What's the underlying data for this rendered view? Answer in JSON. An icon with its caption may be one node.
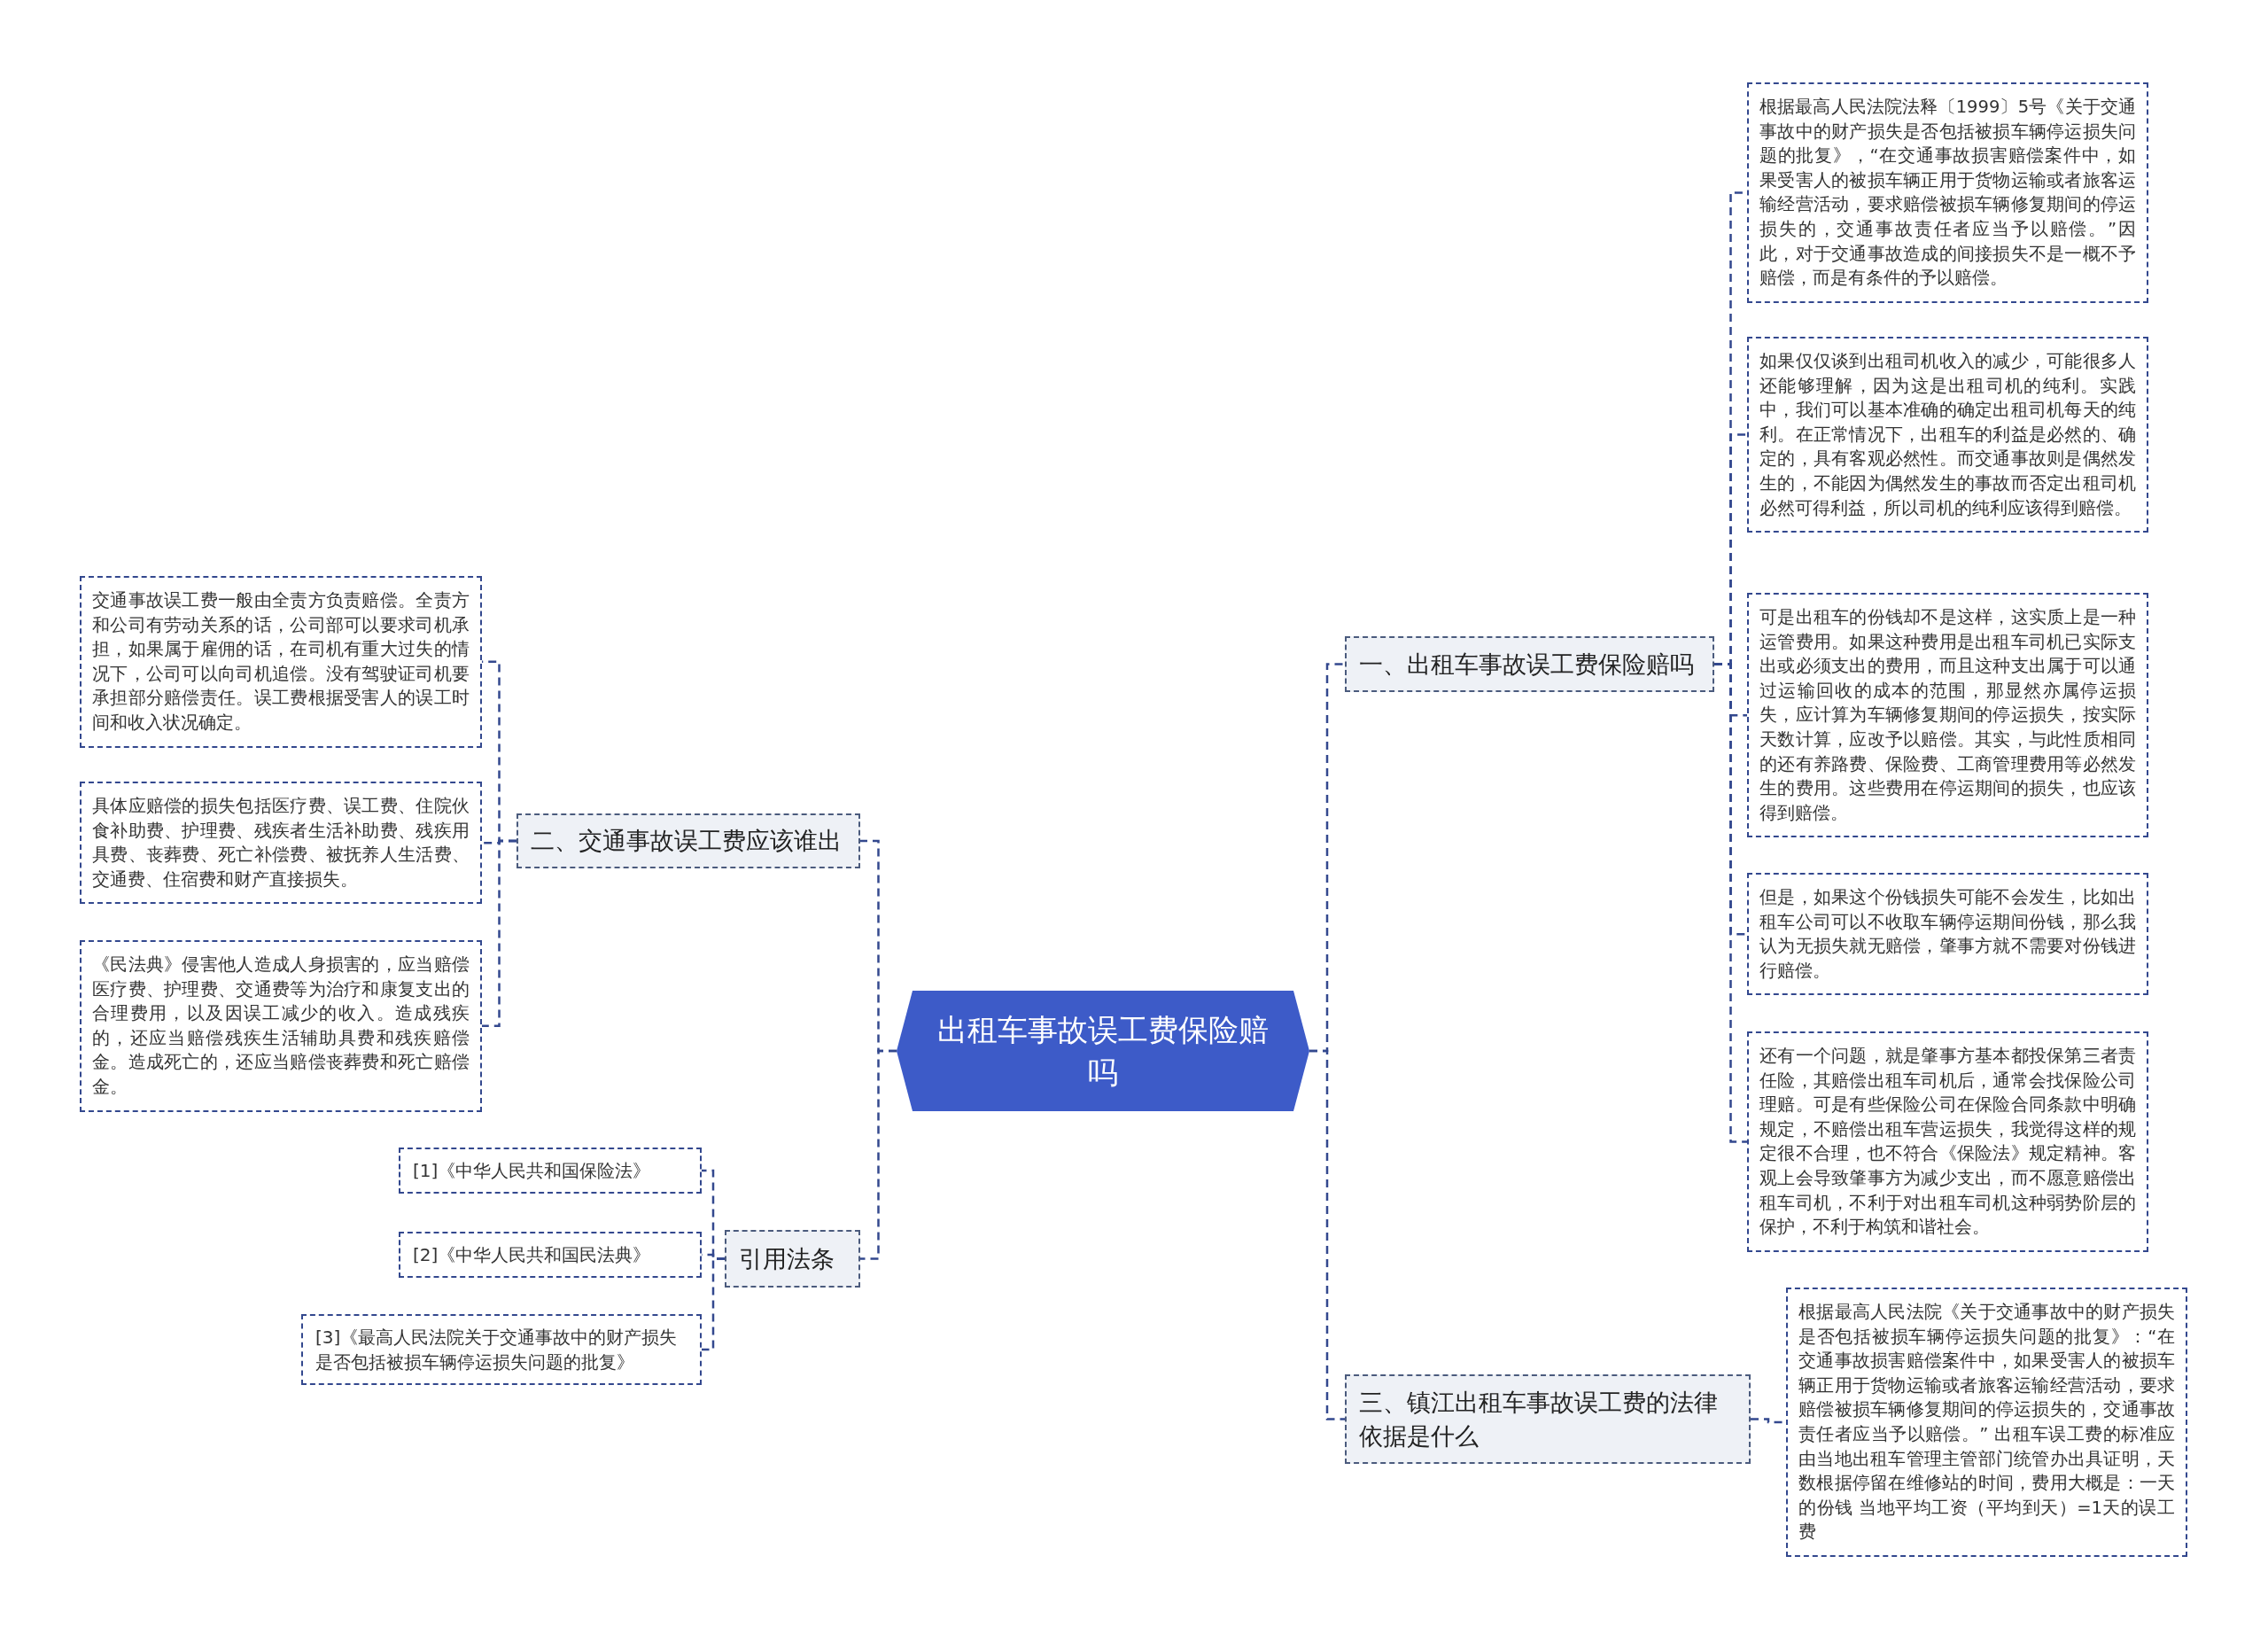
{
  "diagram": {
    "nodes": [
      {
        "text": [
          "出租车事故误工费保险赔吗"
        ]
      },
      {
        "text": [
          "一、出租车事故误工费保险赔吗"
        ]
      },
      {
        "text": [
          "根据最高人民法院法释〔1999〕5号《关于交通事故中的财产损失是否包括被损车辆停运损失问题的批复》，“在交通事故损害赔偿案件中，如果受害人的被损车辆正用于货物运输或者旅客运输经营活动，要求赔偿被损车辆修复期间的停运损失的，交通事故责任者应当予以赔偿。”因此，对于交通事故造成的间接损失不是一概不予赔偿，而是有条件的予以赔偿。"
        ]
      },
      {
        "text": [
          "如果仅仅谈到出租司机收入的减少，可能很多人还能够理解，因为这是出租司机的纯利。实践中，我们可以基本准确的确定出租司机每天的纯利。在正常情况下，出租车的利益是必然的、确定的，具有客观必然性。而交通事故则是偶然发生的，不能因为偶然发生的事故而否定出租司机必然可得利益，所以司机的纯利应该得到赔偿。"
        ]
      },
      {
        "text": [
          "可是出租车的份钱却不是这样，这实质上是一种运管费用。如果这种费用是出租车司机已实际支出或必须支出的费用，而且这种支出属于可以通过运输回收的成本的范围，那显然亦属停运损失，应计算为车辆修复期间的停运损失，按实际天数计算，应改予以赔偿。其实，与此性质相同的还有养路费、保险费、工商管理费用等必然发生的费用。这些费用在停运期间的损失，也应该得到赔偿。"
        ]
      },
      {
        "text": [
          "但是，如果这个份钱损失可能不会发生，比如出租车公司可以不收取车辆停运期间份钱，那么我认为无损失就无赔偿，肇事方就不需要对份钱进行赔偿。"
        ]
      },
      {
        "text": [
          "还有一个问题，就是肇事方基本都投保第三者责任险，其赔偿出租车司机后，通常会找保险公司理赔。可是有些保险公司在保险合同条款中明确规定，不赔偿出租车营运损失，我觉得这样的规定很不合理，也不符合《保险法》规定精神。客观上会导致肇事方为减少支出，而不愿意赔偿出租车司机，不利于对出租车司机这种弱势阶层的保护，不利于构筑和谐社会。"
        ]
      },
      {
        "text": [
          "三、镇江出租车事故误工费的法律依据是什么"
        ]
      },
      {
        "text": [
          "根据最高人民法院《关于交通事故中的财产损失是否包括被损车辆停运损失问题的批复》：“在交通事故损害赔偿案件中，如果受害人的被损车辆正用于货物运输或者旅客运输经营活动，要求赔偿被损车辆修复期间的停运损失的，交通事故责任者应当予以赔偿。” 出租车误工费的标准应由当地出租车管理主管部门统管办出具证明，天数根据停留在维修站的时间，费用大概是：一天的份钱 当地平均工资（平均到天）=1天的误工费"
        ]
      },
      {
        "text": [
          "二、交通事故误工费应该谁出"
        ]
      },
      {
        "text": [
          "交通事故误工费一般由全责方负责赔偿。全责方和公司有劳动关系的话，公司部可以要求司机承担，如果属于雇佣的话，在司机有重大过失的情况下，公司可以向司机追偿。没有驾驶证司机要承担部分赔偿责任。误工费根据受害人的误工时间和收入状况确定。"
        ]
      },
      {
        "text": [
          "具体应赔偿的损失包括医疗费、误工费、住院伙食补助费、护理费、残疾者生活补助费、残疾用具费、丧葬费、死亡补偿费、被抚养人生活费、交通费、住宿费和财产直接损失。"
        ]
      },
      {
        "text": [
          "《民法典》侵害他人造成人身损害的，应当赔偿医疗费、护理费、交通费等为治疗和康复支出的合理费用，以及因误工减少的收入。造成残疾的，还应当赔偿残疾生活辅助具费和残疾赔偿金。造成死亡的，还应当赔偿丧葬费和死亡赔偿金。"
        ]
      },
      {
        "text": [
          "引用法条"
        ]
      },
      {
        "text": [
          "[1]《中华人民共和国保险法》"
        ]
      },
      {
        "text": [
          "[2]《中华人民共和国民法典》"
        ]
      },
      {
        "text": [
          "[3]《最高人民法院关于交通事故中的财产损失是否包括被损车辆停运损失问题的批复》"
        ]
      }
    ],
    "edges": [
      {
        "from": 0,
        "to": 1,
        "arrow": "none",
        "style": "dashed"
      },
      {
        "from": 1,
        "to": 2,
        "arrow": "none",
        "style": "dashed"
      },
      {
        "from": 1,
        "to": 3,
        "arrow": "none",
        "style": "dashed"
      },
      {
        "from": 1,
        "to": 4,
        "arrow": "none",
        "style": "dashed"
      },
      {
        "from": 1,
        "to": 5,
        "arrow": "none",
        "style": "dashed"
      },
      {
        "from": 1,
        "to": 6,
        "arrow": "none",
        "style": "dashed"
      },
      {
        "from": 0,
        "to": 7,
        "arrow": "none",
        "style": "dashed"
      },
      {
        "from": 7,
        "to": 8,
        "arrow": "none",
        "style": "dashed"
      },
      {
        "from": 0,
        "to": 9,
        "arrow": "none",
        "style": "dashed"
      },
      {
        "from": 9,
        "to": 10,
        "arrow": "none",
        "style": "dashed"
      },
      {
        "from": 9,
        "to": 11,
        "arrow": "none",
        "style": "dashed"
      },
      {
        "from": 9,
        "to": 12,
        "arrow": "none",
        "style": "dashed"
      },
      {
        "from": 0,
        "to": 13,
        "arrow": "none",
        "style": "dashed"
      },
      {
        "from": 13,
        "to": 14,
        "arrow": "none",
        "style": "dashed"
      },
      {
        "from": 13,
        "to": 15,
        "arrow": "none",
        "style": "dashed"
      },
      {
        "from": 13,
        "to": 16,
        "arrow": "none",
        "style": "dashed"
      }
    ]
  }
}
